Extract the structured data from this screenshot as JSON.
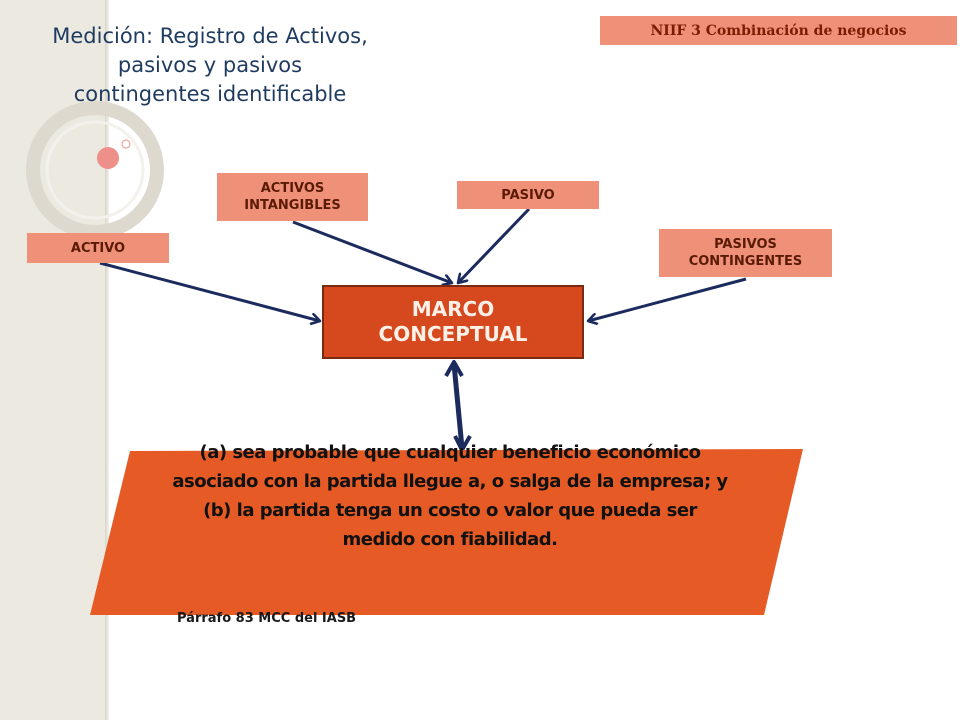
{
  "header": {
    "title_line1": "Medición: Registro de Activos,",
    "title_line2": "pasivos y pasivos",
    "title_line3": "contingentes identificable",
    "badge": "NIIF 3 Combinación de negocios"
  },
  "diagram": {
    "activo": "ACTIVO",
    "intangibles_line1": "ACTIVOS",
    "intangibles_line2": "INTANGIBLES",
    "pasivo": "PASIVO",
    "contingentes_line1": "PASIVOS",
    "contingentes_line2": "CONTINGENTES",
    "marco_line1": "MARCO",
    "marco_line2": "CONCEPTUAL"
  },
  "criteria": {
    "line1": "(a) sea probable que cualquier beneficio económico",
    "line2": "asociado con la partida llegue a, o salga de la empresa; y",
    "line3": "(b) la partida tenga un costo o valor que pueda ser",
    "line4": "medido con fiabilidad.",
    "source": "Párrafo 83 MCC del IASB"
  },
  "colors": {
    "box_fill": "#ee9178",
    "marco_fill": "#d6481d",
    "criteria_fill": "#e55a25",
    "arrow": "#1c2b5e",
    "title": "#1f3b5f"
  }
}
